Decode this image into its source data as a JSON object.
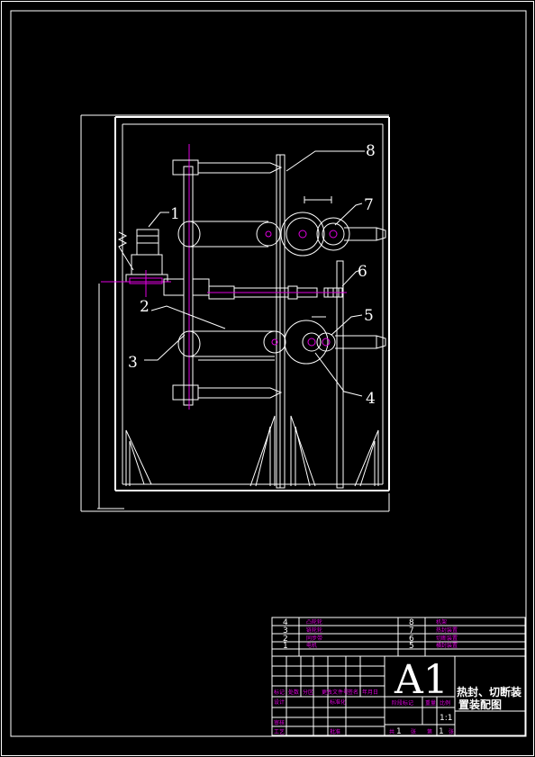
{
  "callouts": [
    "1",
    "2",
    "3",
    "4",
    "5",
    "6",
    "7",
    "8"
  ],
  "title_block": {
    "sheet_size": "A1",
    "drawing_title_line1": "热封、切断装",
    "drawing_title_line2": "置装配图",
    "parts": [
      {
        "no": "4",
        "name": "凸轮轮"
      },
      {
        "no": "3",
        "name": "链轮轮"
      },
      {
        "no": "2",
        "name": "同步带"
      },
      {
        "no": "1",
        "name": "电机"
      },
      {
        "no": "8",
        "name": "机架"
      },
      {
        "no": "7",
        "name": "热封装置"
      },
      {
        "no": "6",
        "name": "切断装置"
      },
      {
        "no": "5",
        "name": "横封装置"
      }
    ],
    "scale": "1:1",
    "sheet_info": [
      "共",
      "1",
      "张",
      "第",
      "1",
      "张"
    ],
    "small_labels": [
      "标记",
      "处数",
      "分区",
      "更改文件号",
      "签名",
      "年月日",
      "设计",
      "标准化",
      "阶段标记",
      "重量",
      "比例",
      "审核",
      "工艺",
      "批准"
    ]
  },
  "colors": {
    "background": "#000000",
    "line": "#ffffff",
    "accent": "#e000e0"
  }
}
